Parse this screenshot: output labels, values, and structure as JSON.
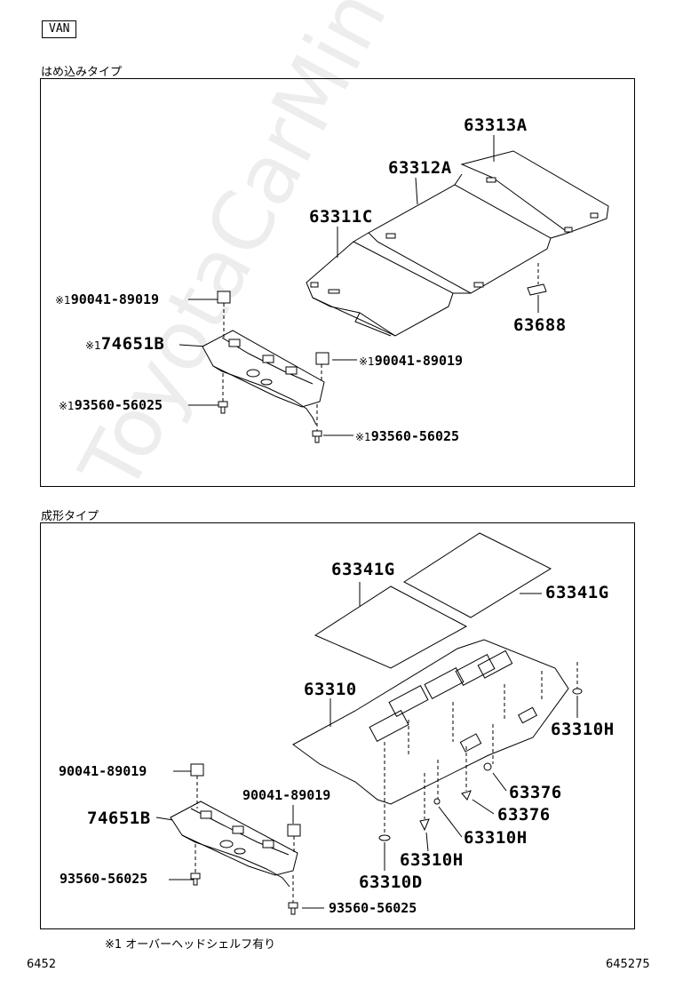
{
  "header": {
    "badge": "VAN"
  },
  "sections": {
    "upper": {
      "title": "はめ込みタイプ",
      "labels": {
        "p63313A": "63313A",
        "p63312A": "63312A",
        "p63311C": "63311C",
        "p63688": "63688",
        "p90041_left": "90041-89019",
        "p90041_left_mark": "※1",
        "p74651B": "74651B",
        "p74651B_mark": "※1",
        "p90041_right": "90041-89019",
        "p90041_right_mark": "※1",
        "p93560_left": "93560-56025",
        "p93560_left_mark": "※1",
        "p93560_right": "93560-56025",
        "p93560_right_mark": "※1"
      }
    },
    "lower": {
      "title": "成形タイプ",
      "labels": {
        "p63341G_top": "63341G",
        "p63341G_right": "63341G",
        "p63310": "63310",
        "p63310H_right": "63310H",
        "p63376_a": "63376",
        "p63376_b": "63376",
        "p63310H_mid": "63310H",
        "p63310H_low": "63310H",
        "p63310D": "63310D",
        "p90041_left": "90041-89019",
        "p90041_mid": "90041-89019",
        "p74651B": "74651B",
        "p93560_left": "93560-56025",
        "p93560_right": "93560-56025"
      }
    }
  },
  "footnote": "※1 オーバーヘッドシェルフ有り",
  "footer": {
    "left_code": "6452",
    "right_code": "645275"
  },
  "watermark": "ToyotaCarMine.ru"
}
